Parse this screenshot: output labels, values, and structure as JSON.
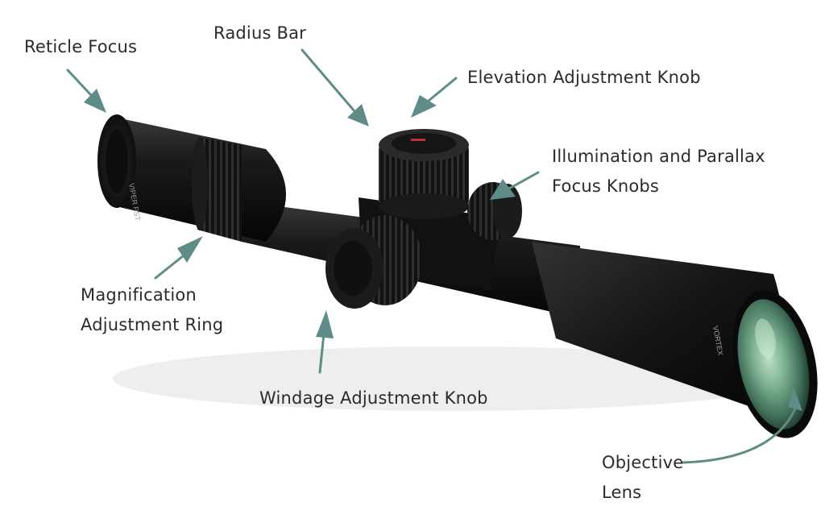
{
  "labels": {
    "reticle_focus": "Reticle Focus",
    "radius_bar": "Radius Bar",
    "elevation_knob": "Elevation Adjustment Knob",
    "illumination_parallax": [
      "Illumination and Parallax",
      "Focus Knobs"
    ],
    "magnification_ring": [
      "Magnification",
      "Adjustment Ring"
    ],
    "windage_knob": "Windage Adjustment Knob",
    "objective_lens": [
      "Objective",
      "Lens"
    ]
  },
  "scope_markings": {
    "model": "VIPER PST",
    "brand": "VORTEX"
  },
  "colors": {
    "arrow": "#5f8c86",
    "body": "#151515",
    "lens": "#6fa488",
    "text": "#2b2b2b"
  }
}
